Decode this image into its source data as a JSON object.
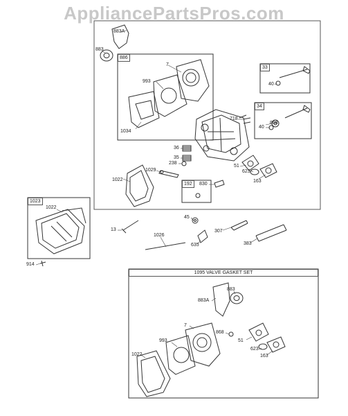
{
  "watermark": "AppliancePartsPros.com",
  "assemblies": {
    "main": {
      "tag": "886"
    },
    "valve_33": {
      "tag": "33"
    },
    "valve_34": {
      "tag": "34"
    },
    "item_192": {
      "tag": "192"
    },
    "cover_1023": {
      "tag": "1023"
    },
    "gasket_set": {
      "title": "1095 VALVE GASKET SET"
    }
  },
  "callouts": {
    "p883A_top": "883A",
    "p883_top": "883",
    "p7_top": "7",
    "p993_top": "993",
    "p1034": "1034",
    "p40_a": "40",
    "p718": "718",
    "p40_b": "40",
    "p868_top": "868",
    "p36": "36",
    "p35": "35",
    "p238": "238",
    "p1029": "1029",
    "p1022_top": "1022",
    "p51_top": "51",
    "p623_top": "623",
    "p163_top": "163",
    "p830": "830",
    "p1022_cover": "1022",
    "p13": "13",
    "p1026": "1026",
    "p45": "45",
    "p635": "635",
    "p307": "307",
    "p383": "383",
    "p914": "914",
    "p883_set": "883",
    "p883A_set": "883A",
    "p7_set": "7",
    "p868_set": "868",
    "p993_set": "993",
    "p51_set": "51",
    "p623_set": "623",
    "p163_set": "163",
    "p1022_set": "1022"
  }
}
